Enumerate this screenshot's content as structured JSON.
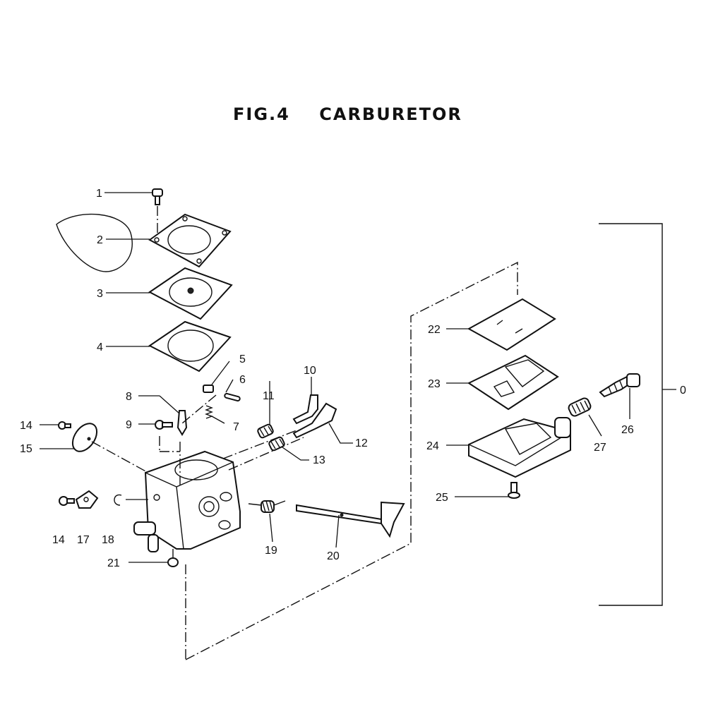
{
  "title": "FIG.4    CARBURETOR",
  "labels": {
    "p0": "0",
    "p1": "1",
    "p2": "2",
    "p3": "3",
    "p4": "4",
    "p5": "5",
    "p6": "6",
    "p7": "7",
    "p8": "8",
    "p9": "9",
    "p10": "10",
    "p11": "11",
    "p12": "12",
    "p13": "13",
    "p14a": "14",
    "p14b": "14",
    "p15": "15",
    "p17": "17",
    "p18": "18",
    "p19": "19",
    "p20": "20",
    "p21": "21",
    "p22": "22",
    "p23": "23",
    "p24": "24",
    "p25": "25",
    "p26": "26",
    "p27": "27"
  }
}
